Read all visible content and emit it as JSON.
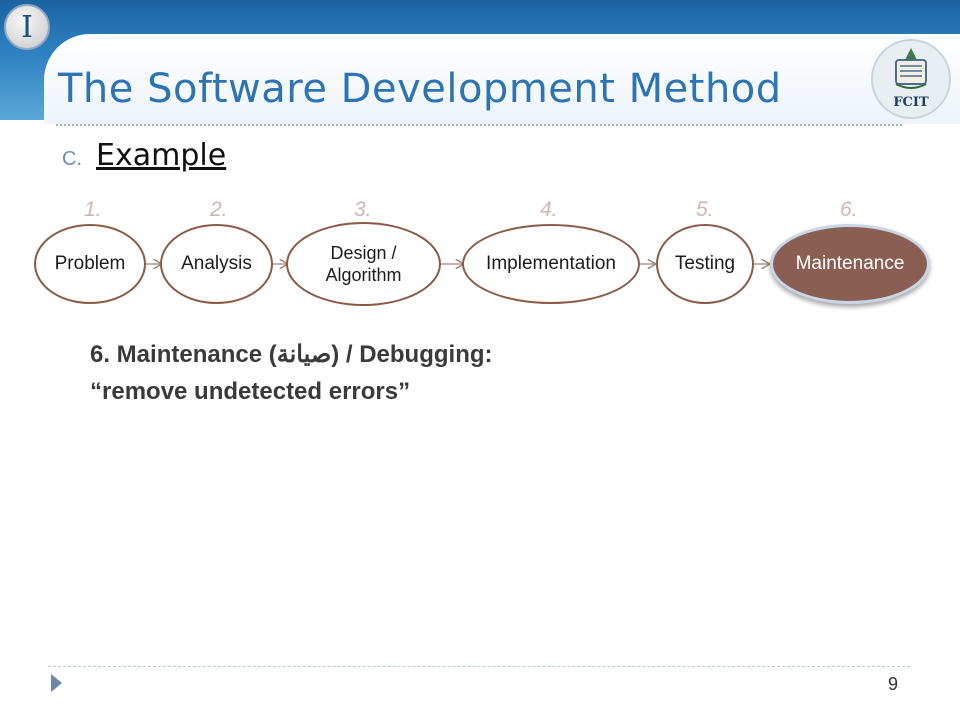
{
  "header": {
    "chapter_badge": "I",
    "title": "The Software Development Method",
    "logo_text": "FCIT"
  },
  "bullet": {
    "marker": "C.",
    "text": "Example"
  },
  "steps": [
    {
      "number": "1.",
      "label": "Problem"
    },
    {
      "number": "2.",
      "label": "Analysis"
    },
    {
      "number": "3.",
      "label_line1": "Design /",
      "label_line2": "Algorithm"
    },
    {
      "number": "4.",
      "label": "Implementation"
    },
    {
      "number": "5.",
      "label": "Testing"
    },
    {
      "number": "6.",
      "label": "Maintenance",
      "active": true
    }
  ],
  "body": {
    "line1": "6. Maintenance (صيانة) / Debugging:",
    "line2": "“remove undetected errors”"
  },
  "footer": {
    "page_number": "9"
  },
  "colors": {
    "header_blue": "#2f82c2",
    "title_blue": "#2d74b4",
    "node_border": "#8a5a47",
    "active_fill": "#8b5e54"
  }
}
